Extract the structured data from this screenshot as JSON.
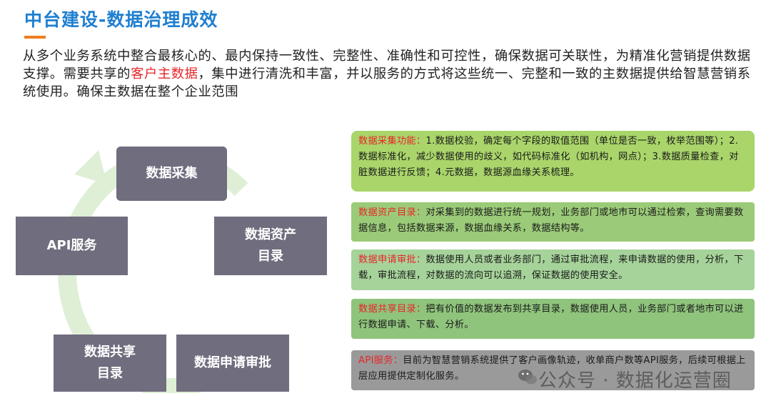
{
  "title": "中台建设-数据治理成效",
  "intro": {
    "part1": "从多个业务系统中整合最核心的、最内保持一致性、完整性、准确性和可控性，确保数据可关联性，为精准化营销提供数据支撑。需要共享的",
    "highlight": "客户主数据",
    "part2": "，集中进行清洗和丰富，并以服务的方式将这些统一、完整和一致的主数据提供给智慧营销系统使用。确保主数据在整个企业范围"
  },
  "cycle": {
    "collect": "数据采集",
    "catalog_line1": "数据资产",
    "catalog_line2": "目录",
    "apply": "数据申请审批",
    "share_line1": "数据共享",
    "share_line2": "目录",
    "api": "API服务"
  },
  "cards": {
    "collect": {
      "label": "数据采集功能：",
      "text": "1.数据校验，确定每个字段的取值范围（单位是否一致，枚举范围等）；2.数据标准化，减少数据使用的歧义，如代码标准化（如机构，网点）；3.数据质量检查，对脏数据进行反馈；4.元数据，数据源血缘关系梳理。"
    },
    "catalog": {
      "label": "数据资产目录：",
      "text": "对采集到的数据进行统一规划，业务部门或地市可以通过检索，查询需要数据信息，包括数据来源，数据血缘关系，数据结构等。"
    },
    "apply": {
      "label": "数据申请审批：",
      "text": "数据使用人员或者业务部门，通过审批流程，来申请数据的使用，分析，下载，审批流程，对数据的流向可以追溯，保证数据的使用安全。"
    },
    "share": {
      "label": "数据共享目录：",
      "text": "把有价值的数据发布到共享目录，数据使用人员，业务部门或者地市可以进行数据申请、下载、分析。"
    },
    "api": {
      "label": "API服务：",
      "text": "目前为智慧营销系统提供了客户画像轨迹，收单商户数等API服务，后续可根据上层应用提供定制化服务。"
    }
  },
  "watermark": "公众号 · 数据化运营圈",
  "colors": {
    "title": "#1f7fd0",
    "accent": "#f07d1e",
    "highlight": "#e8262a",
    "box": "#6f6d7e",
    "ring": "#d9edd0"
  }
}
